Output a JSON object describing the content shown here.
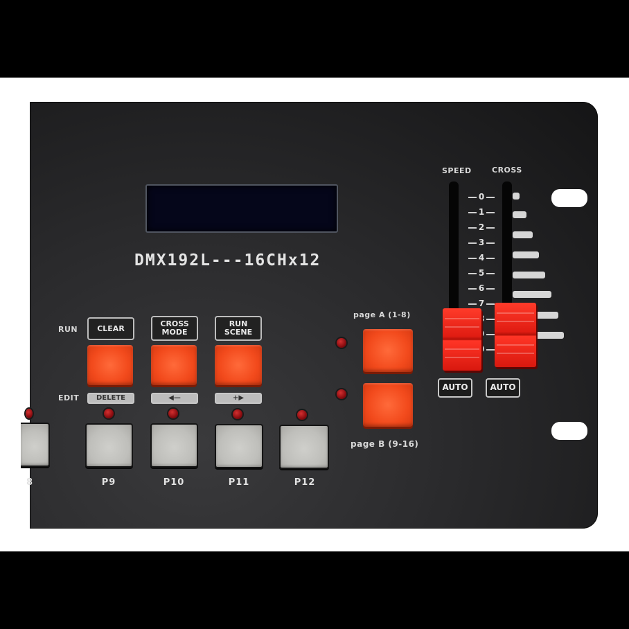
{
  "device": {
    "model_label": "DMX192L---16CHx12",
    "display": {
      "state": "blank"
    }
  },
  "function_buttons": {
    "row_labels": {
      "run": "RUN",
      "edit": "EDIT"
    },
    "buttons": [
      {
        "run_label": "CLEAR",
        "edit_label": "DELETE"
      },
      {
        "run_label_line1": "CROSS",
        "run_label_line2": "MODE",
        "edit_label": "◀—"
      },
      {
        "run_label_line1": "RUN",
        "run_label_line2": "SCENE",
        "edit_label": "+▶"
      }
    ]
  },
  "page_buttons": {
    "page_a_label": "page A (1-8)",
    "page_b_label": "page B (9-16)"
  },
  "program_buttons": [
    {
      "label": "8"
    },
    {
      "label": "P9"
    },
    {
      "label": "P10"
    },
    {
      "label": "P11"
    },
    {
      "label": "P12"
    }
  ],
  "faders": {
    "speed": {
      "label": "SPEED",
      "auto_label": "AUTO"
    },
    "cross": {
      "label": "CROSS",
      "auto_label": "AUTO"
    },
    "scale": [
      "0",
      "1",
      "2",
      "3",
      "4",
      "5",
      "6",
      "7",
      "8",
      "9",
      "0"
    ]
  },
  "colors": {
    "panel": "#2a2a2c",
    "red_button": "#f24a1c",
    "grey_button": "#bfbfbb",
    "fader": "#e01c12",
    "led": "#8a0c10"
  }
}
